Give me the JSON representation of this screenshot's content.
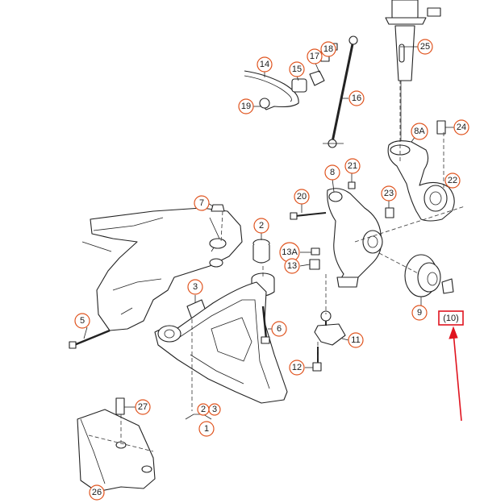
{
  "callouts": {
    "c1": "1",
    "c2": "2",
    "c2b": "2",
    "c3": "3",
    "c3b": "3",
    "c5": "5",
    "c6": "6",
    "c7": "7",
    "c8": "8",
    "c8a": "8A",
    "c9": "9",
    "c10": "(10)",
    "c11": "11",
    "c12": "12",
    "c13": "13",
    "c13a": "13A",
    "c14": "14",
    "c15": "15",
    "c16": "16",
    "c17": "17",
    "c18": "18",
    "c19": "19",
    "c20": "20",
    "c21": "21",
    "c22": "22",
    "c23": "23",
    "c24": "24",
    "c25": "25",
    "c26": "26",
    "c27": "27"
  },
  "colors": {
    "callout_ring": "#e0541f",
    "highlight": "#e0141f",
    "line": "#222222"
  }
}
